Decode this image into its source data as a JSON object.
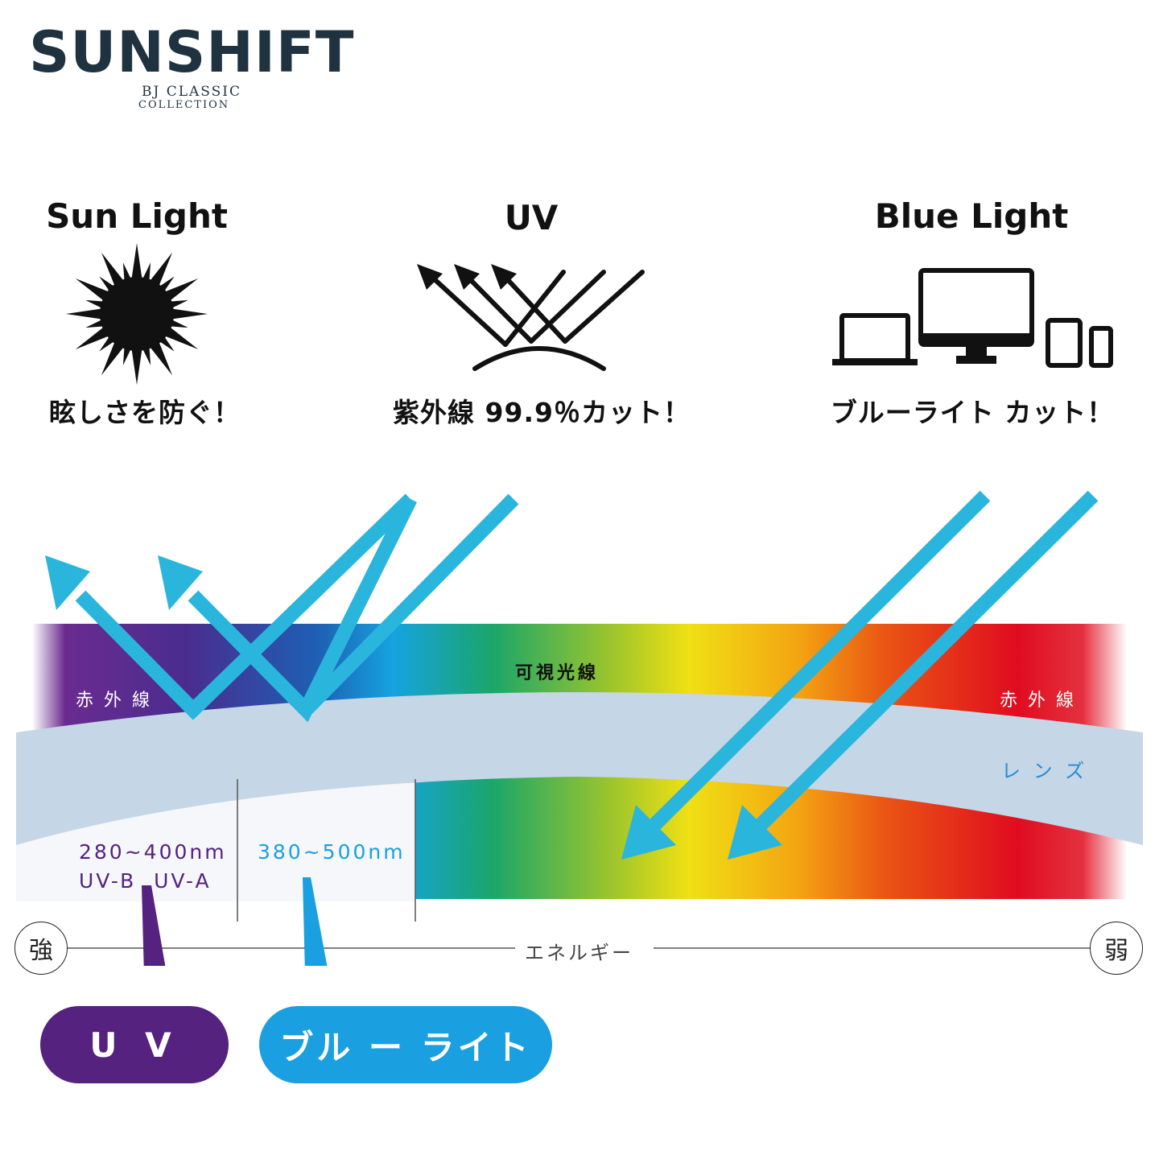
{
  "logo": {
    "title": "SUNSHIFT",
    "subtitle_line1": "BJ CLASSIC",
    "subtitle_line2": "COLLECTION"
  },
  "features": [
    {
      "title": "Sun Light",
      "icon": "sun-icon",
      "caption": "眩しさを防ぐ！"
    },
    {
      "title": "UV",
      "icon": "uv-reflection-icon",
      "caption": "紫外線 99.9％カット！"
    },
    {
      "title": "Blue Light",
      "icon": "devices-icon",
      "caption": "ブルーライト カット！"
    }
  ],
  "spectrum": {
    "visible_label": "可視光線",
    "infrared_left": "赤 外 線",
    "infrared_right": "赤 外 線",
    "lens_label": "レ ン ズ",
    "uv_range": "280~400nm",
    "uv_types": "UV-B  UV-A",
    "blue_range": "380~500nm",
    "energy_label": "エネルギー",
    "strong_label": "強",
    "weak_label": "弱"
  },
  "pills": {
    "uv": "U V",
    "blue": "ブル ー ライト"
  },
  "colors": {
    "arrow": "#2ab5dc",
    "uv_purple": "#55227f",
    "blue_pill": "#1a9fe0",
    "lens": "#c5d6e6",
    "logo": "#1f3240"
  }
}
